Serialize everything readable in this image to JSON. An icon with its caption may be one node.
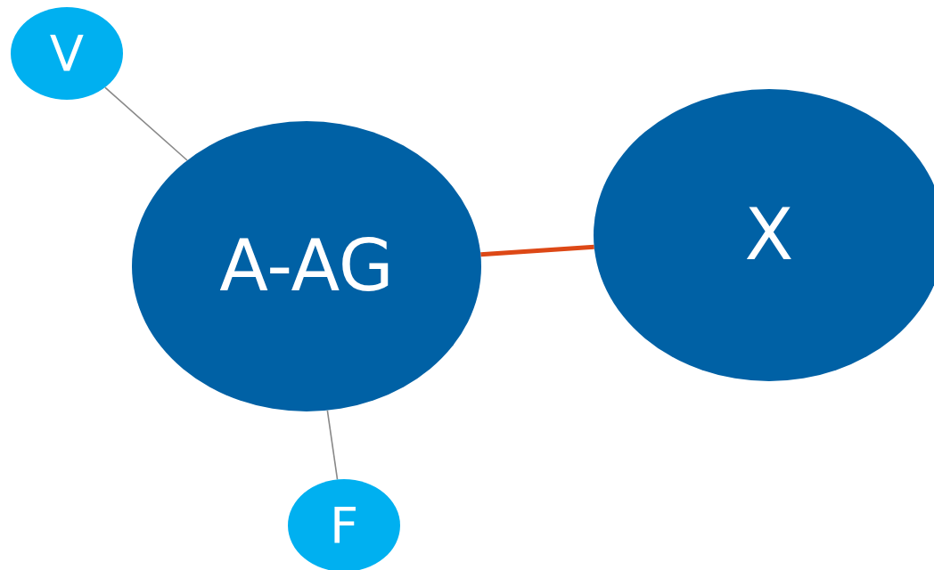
{
  "diagram": {
    "nodes": [
      {
        "text": [
          "V"
        ]
      },
      {
        "text": [
          "A-AG"
        ]
      },
      {
        "text": [
          "X"
        ]
      },
      {
        "text": [
          "F"
        ]
      }
    ],
    "edges": [
      {
        "from": 0,
        "to": 1,
        "arrow": "none"
      },
      {
        "from": 1,
        "to": 2,
        "arrow": "none",
        "style": "thick",
        "color": "#dd4816"
      },
      {
        "from": 1,
        "to": 3,
        "arrow": "none"
      }
    ]
  }
}
